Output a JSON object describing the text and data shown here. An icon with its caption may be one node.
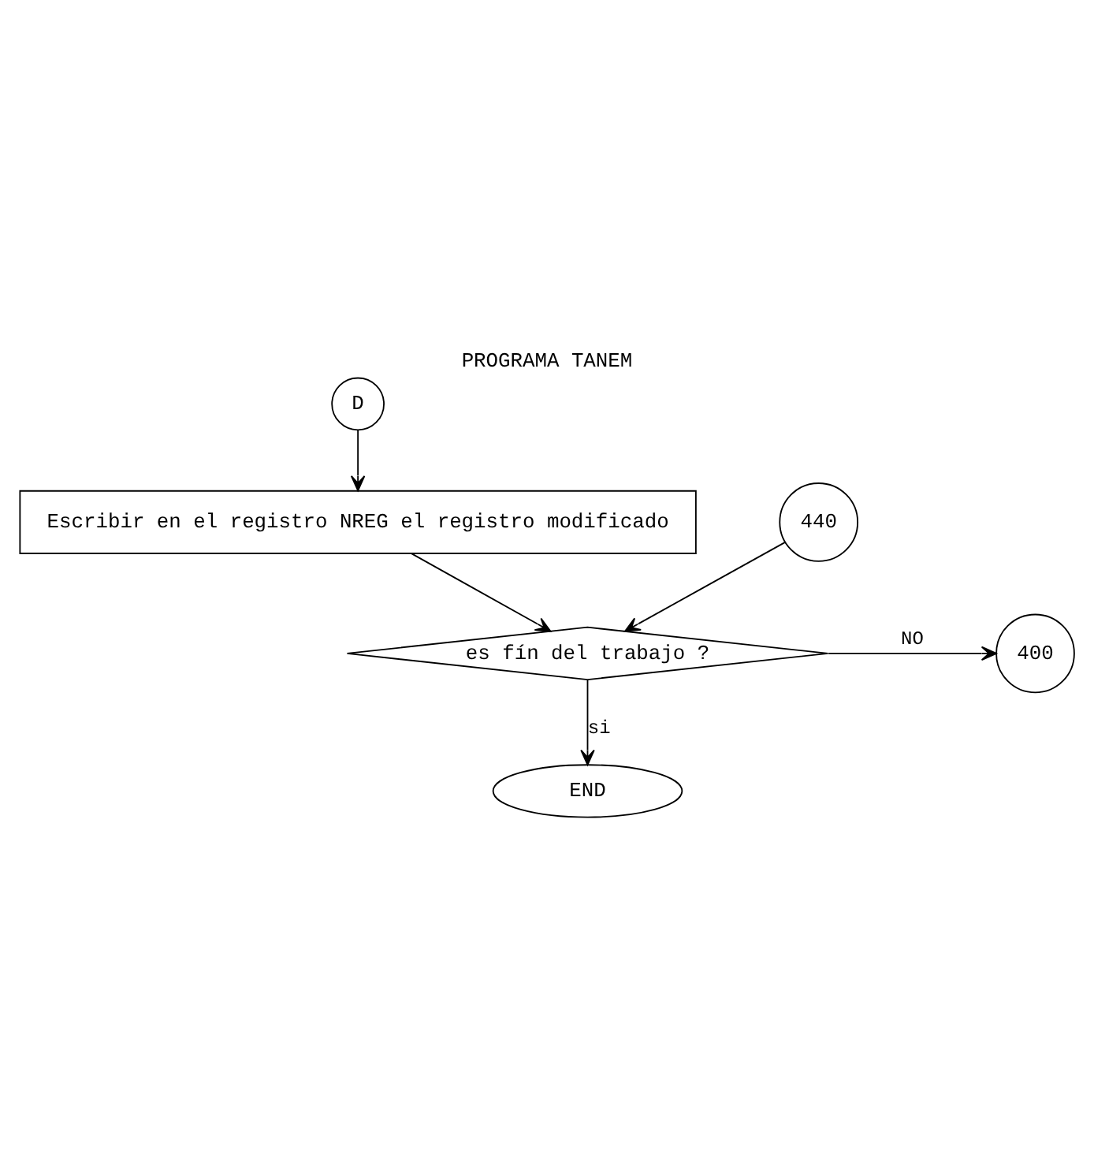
{
  "diagram": {
    "title": "PROGRAMA TANEM",
    "nodes": [
      {
        "text": [
          "D"
        ]
      },
      {
        "text": [
          "Escribir en el registro NREG el registro modificado"
        ]
      },
      {
        "text": [
          "440"
        ]
      },
      {
        "text": [
          "es fín del trabajo ?"
        ]
      },
      {
        "text": [
          "400"
        ]
      },
      {
        "text": [
          "END"
        ]
      }
    ],
    "edges": [
      {
        "from": 0,
        "to": 1,
        "arrow": "to"
      },
      {
        "from": 1,
        "to": 3,
        "arrow": "to"
      },
      {
        "from": 2,
        "to": 3,
        "arrow": "to"
      },
      {
        "from": 3,
        "to": 4,
        "arrow": "to",
        "label": "NO"
      },
      {
        "from": 3,
        "to": 5,
        "arrow": "to",
        "label": "si"
      }
    ]
  }
}
